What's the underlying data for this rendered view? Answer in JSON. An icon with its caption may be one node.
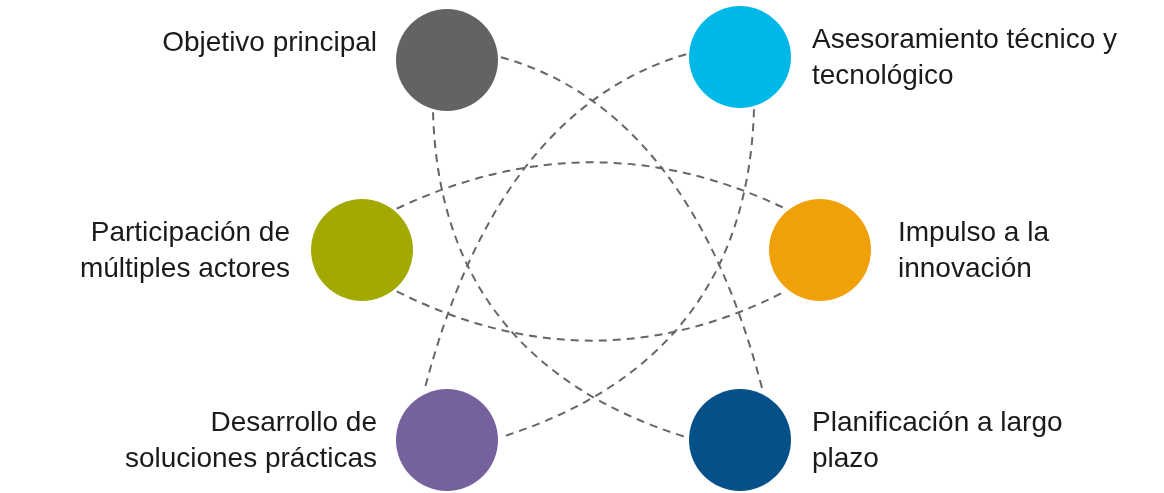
{
  "diagram": {
    "nodes": [
      {
        "text": [],
        "shape": "circle",
        "beside": [
          "Objetivo principal"
        ]
      },
      {
        "text": [],
        "shape": "circle",
        "beside": [
          "Asesoramiento técnico y tecnológico"
        ]
      },
      {
        "text": [],
        "shape": "circle",
        "beside": [
          "Participación de múltiples actores"
        ]
      },
      {
        "text": [],
        "shape": "circle",
        "beside": [
          "Impulso a la innovación"
        ]
      },
      {
        "text": [],
        "shape": "circle",
        "beside": [
          "Desarrollo de soluciones prácticas"
        ]
      },
      {
        "text": [],
        "shape": "circle",
        "beside": [
          "Planificación a largo plazo"
        ]
      }
    ],
    "edges": [
      {
        "from": 0,
        "to": 5,
        "arrow": "none",
        "style": "dashed"
      },
      {
        "from": 0,
        "to": 5,
        "arrow": "none",
        "style": "dashed"
      },
      {
        "from": 1,
        "to": 4,
        "arrow": "none",
        "style": "dashed"
      },
      {
        "from": 1,
        "to": 4,
        "arrow": "none",
        "style": "dashed"
      },
      {
        "from": 2,
        "to": 3,
        "arrow": "none",
        "style": "dashed"
      },
      {
        "from": 2,
        "to": 3,
        "arrow": "none",
        "style": "dashed"
      }
    ]
  }
}
